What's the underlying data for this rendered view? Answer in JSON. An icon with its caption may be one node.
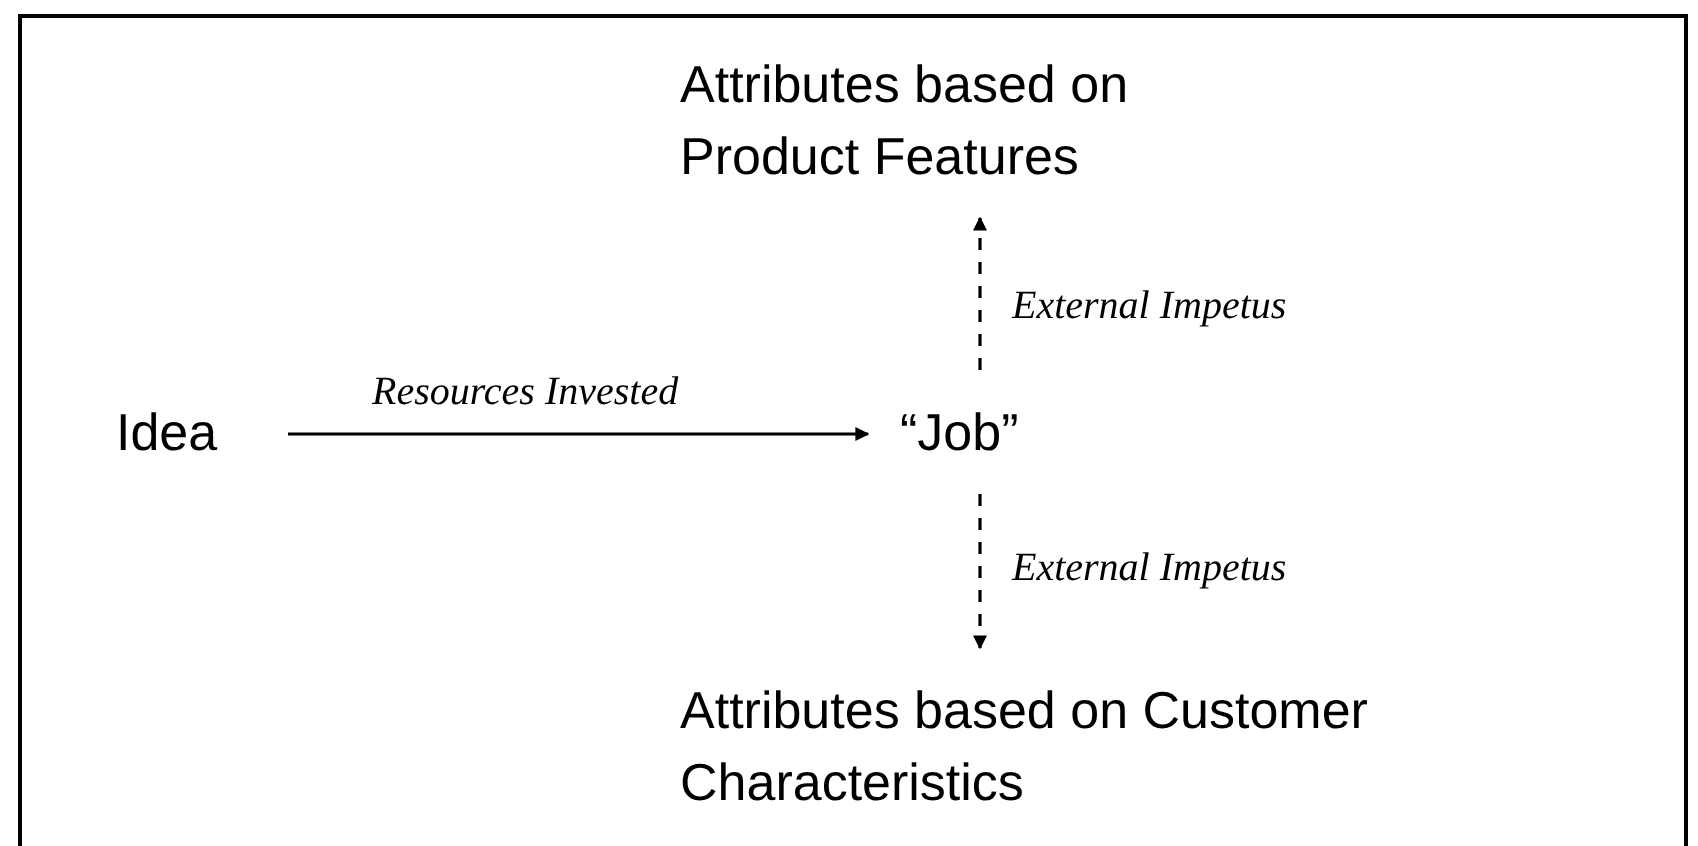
{
  "diagram": {
    "nodes": [
      {
        "text": [
          "Attributes based on Product Features"
        ]
      },
      {
        "text": [
          "Idea"
        ]
      },
      {
        "text": [
          "“Job”"
        ]
      },
      {
        "text": [
          "Attributes based on Customer Characteristics"
        ]
      }
    ],
    "edges": [
      {
        "from": 1,
        "to": 2,
        "arrow": "to",
        "label": "Resources Invested"
      },
      {
        "from": 2,
        "to": 0,
        "arrow": "to",
        "style": "dashed",
        "label": "External Impetus"
      },
      {
        "from": 2,
        "to": 3,
        "arrow": "to",
        "style": "dashed",
        "label": "External Impetus"
      }
    ]
  }
}
